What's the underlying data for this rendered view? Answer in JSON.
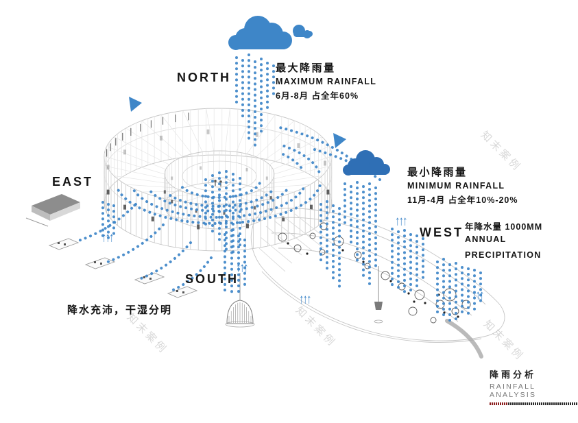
{
  "compass": {
    "north": "NORTH",
    "east": "EAST",
    "south": "SOUTH",
    "west": "WEST"
  },
  "annotations": {
    "max_rainfall": {
      "title_zh": "最大降雨量",
      "title_en": "MAXIMUM RAINFALL",
      "detail": "6月-8月 占全年60%"
    },
    "min_rainfall": {
      "title_zh": "最小降雨量",
      "title_en": "MINIMUM RAINFALL",
      "detail": "11月-4月 占全年10%-20%"
    },
    "annual_precipitation": {
      "line1": "年降水量 1000MM",
      "line2": "ANNUAL",
      "line3": "PRECIPITATION"
    },
    "climate_note": "降水充沛，干湿分明"
  },
  "legend": {
    "title_zh": "降雨分析",
    "title_en": "RAINFALL ANALYSIS"
  },
  "watermark_text": "知末案例",
  "icons": {
    "evaporation_arrows": "↑↑↑"
  },
  "colors": {
    "rain": "#3E86C8",
    "cloud_light": "#3E86C8",
    "cloud_dark": "#2F6FB5",
    "line_light": "#C9C9C9",
    "accent_red": "#8B1E1E",
    "strip_dark": "#2B2B2B"
  }
}
